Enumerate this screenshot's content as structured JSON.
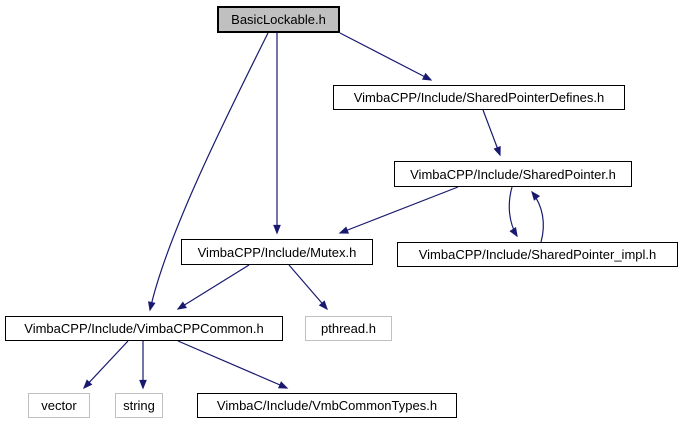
{
  "diagram": {
    "kind": "include-dependency-graph",
    "root": "BasicLockable.h"
  },
  "colors": {
    "background": "#ffffff",
    "arrow": "#191970",
    "node_border": "#000000",
    "external_node_border": "#c0c0c0",
    "root_node_fill": "#c0c0c0",
    "node_fill": "#ffffff",
    "text": "#000000"
  },
  "nodes": {
    "basic_lockable": {
      "label": "BasicLockable.h",
      "kind": "root"
    },
    "shared_pointer_defines": {
      "label": "VimbaCPP/Include/SharedPointerDefines.h",
      "kind": "internal"
    },
    "shared_pointer": {
      "label": "VimbaCPP/Include/SharedPointer.h",
      "kind": "internal"
    },
    "mutex": {
      "label": "VimbaCPP/Include/Mutex.h",
      "kind": "internal"
    },
    "shared_pointer_impl": {
      "label": "VimbaCPP/Include/SharedPointer_impl.h",
      "kind": "internal"
    },
    "vimba_cpp_common": {
      "label": "VimbaCPP/Include/VimbaCPPCommon.h",
      "kind": "internal"
    },
    "pthread": {
      "label": "pthread.h",
      "kind": "external"
    },
    "vector": {
      "label": "vector",
      "kind": "external"
    },
    "string": {
      "label": "string",
      "kind": "external"
    },
    "vmb_common_types": {
      "label": "VimbaC/Include/VmbCommonTypes.h",
      "kind": "internal"
    }
  },
  "edges": [
    {
      "from": "BasicLockable.h",
      "to": "VimbaCPP/Include/SharedPointerDefines.h"
    },
    {
      "from": "BasicLockable.h",
      "to": "VimbaCPP/Include/Mutex.h"
    },
    {
      "from": "BasicLockable.h",
      "to": "VimbaCPP/Include/VimbaCPPCommon.h"
    },
    {
      "from": "VimbaCPP/Include/SharedPointerDefines.h",
      "to": "VimbaCPP/Include/SharedPointer.h"
    },
    {
      "from": "VimbaCPP/Include/SharedPointer.h",
      "to": "VimbaCPP/Include/Mutex.h"
    },
    {
      "from": "VimbaCPP/Include/SharedPointer.h",
      "to": "VimbaCPP/Include/SharedPointer_impl.h"
    },
    {
      "from": "VimbaCPP/Include/SharedPointer_impl.h",
      "to": "VimbaCPP/Include/SharedPointer.h"
    },
    {
      "from": "VimbaCPP/Include/Mutex.h",
      "to": "VimbaCPP/Include/VimbaCPPCommon.h"
    },
    {
      "from": "VimbaCPP/Include/Mutex.h",
      "to": "pthread.h"
    },
    {
      "from": "VimbaCPP/Include/VimbaCPPCommon.h",
      "to": "vector"
    },
    {
      "from": "VimbaCPP/Include/VimbaCPPCommon.h",
      "to": "string"
    },
    {
      "from": "VimbaCPP/Include/VimbaCPPCommon.h",
      "to": "VimbaC/Include/VmbCommonTypes.h"
    }
  ]
}
